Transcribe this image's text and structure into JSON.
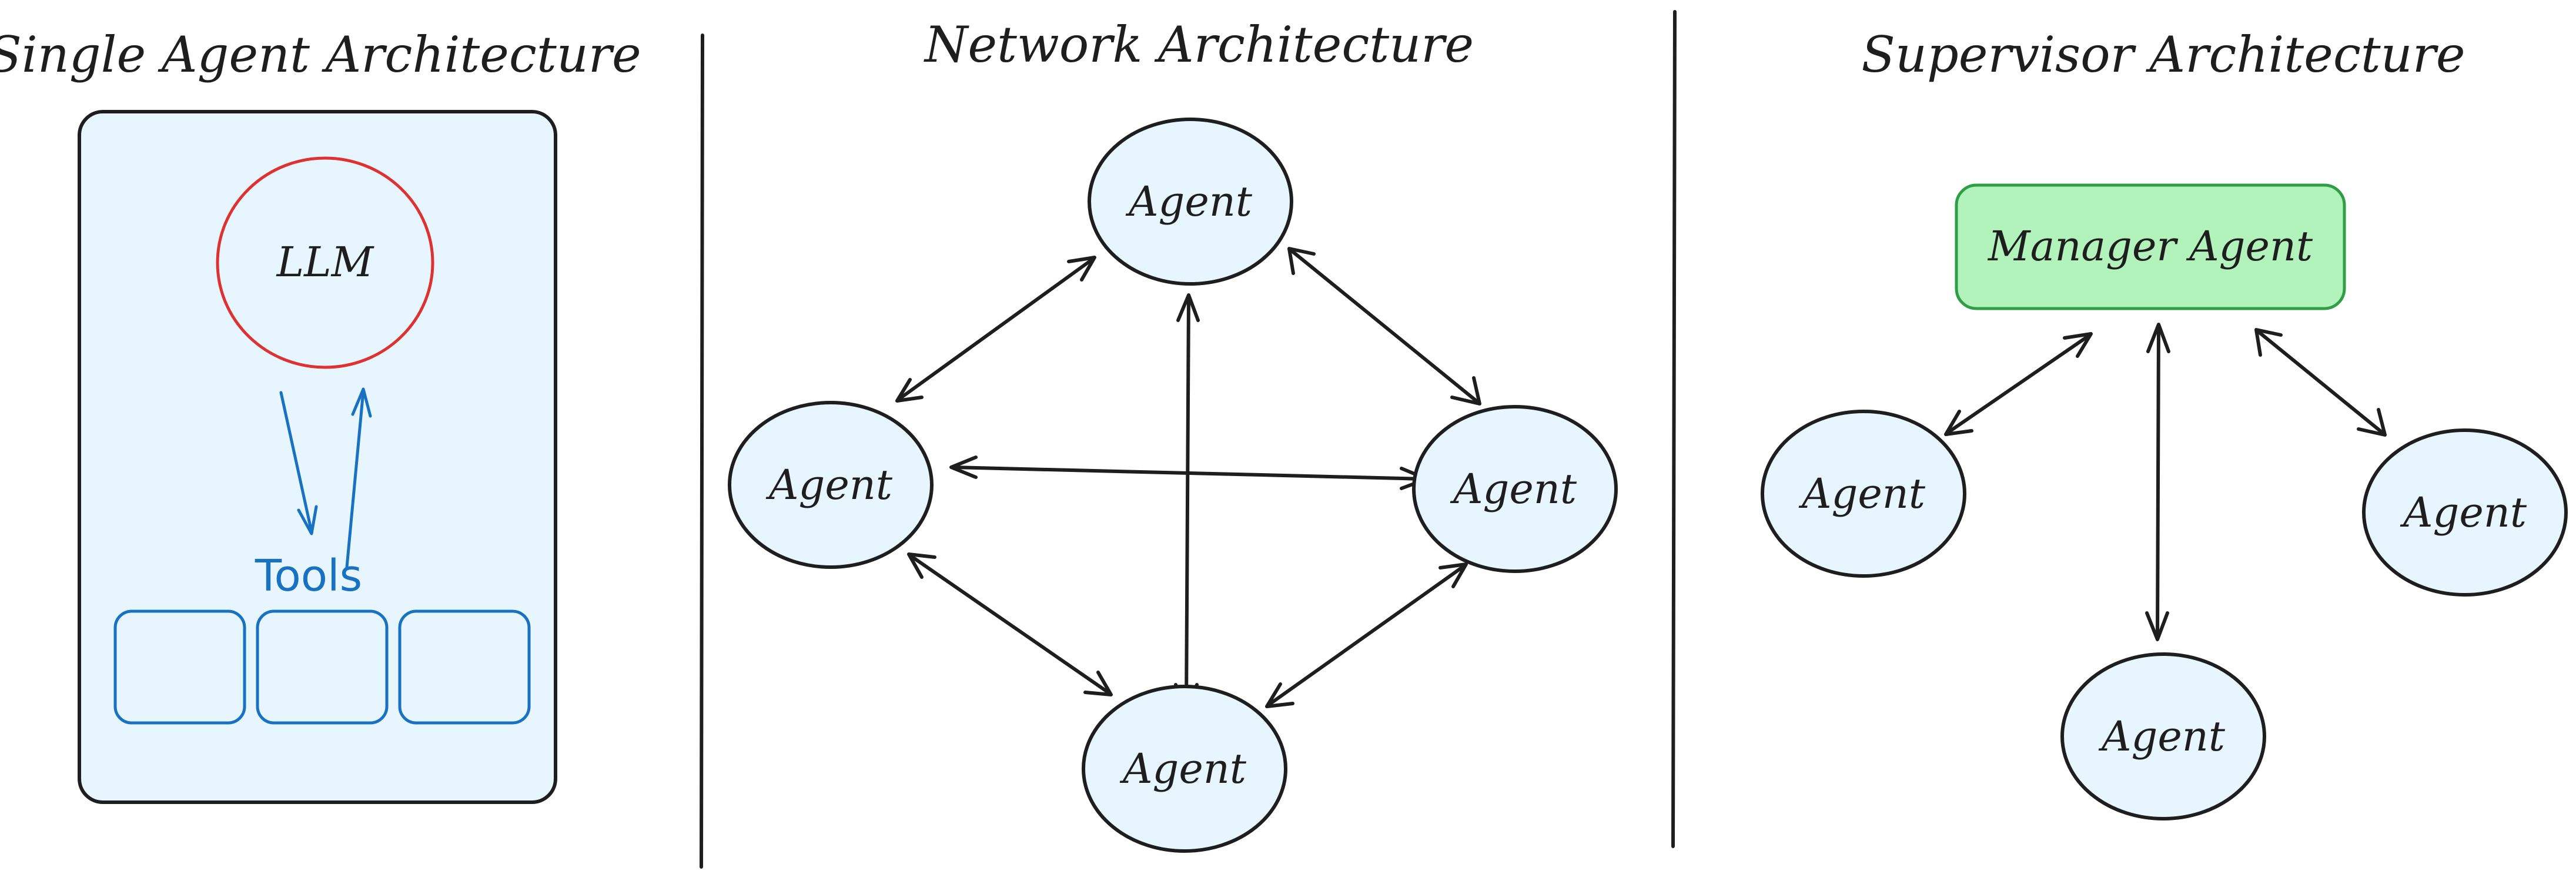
{
  "panels": {
    "single": {
      "title": "Single Agent Architecture",
      "llm_label": "LLM",
      "tools_label": "Tools"
    },
    "network": {
      "title": "Network Architecture",
      "agents": [
        "Agent",
        "Agent",
        "Agent",
        "Agent"
      ]
    },
    "supervisor": {
      "title": "Supervisor Architecture",
      "manager_label": "Manager Agent",
      "agents": [
        "Agent",
        "Agent",
        "Agent"
      ]
    }
  },
  "colors": {
    "ink": "#1e1e1e",
    "node_fill": "#e7f5ff",
    "llm_stroke": "#e03131",
    "tools_stroke": "#1971c2",
    "manager_fill": "#b2f2bb",
    "manager_stroke": "#2f9e44"
  }
}
